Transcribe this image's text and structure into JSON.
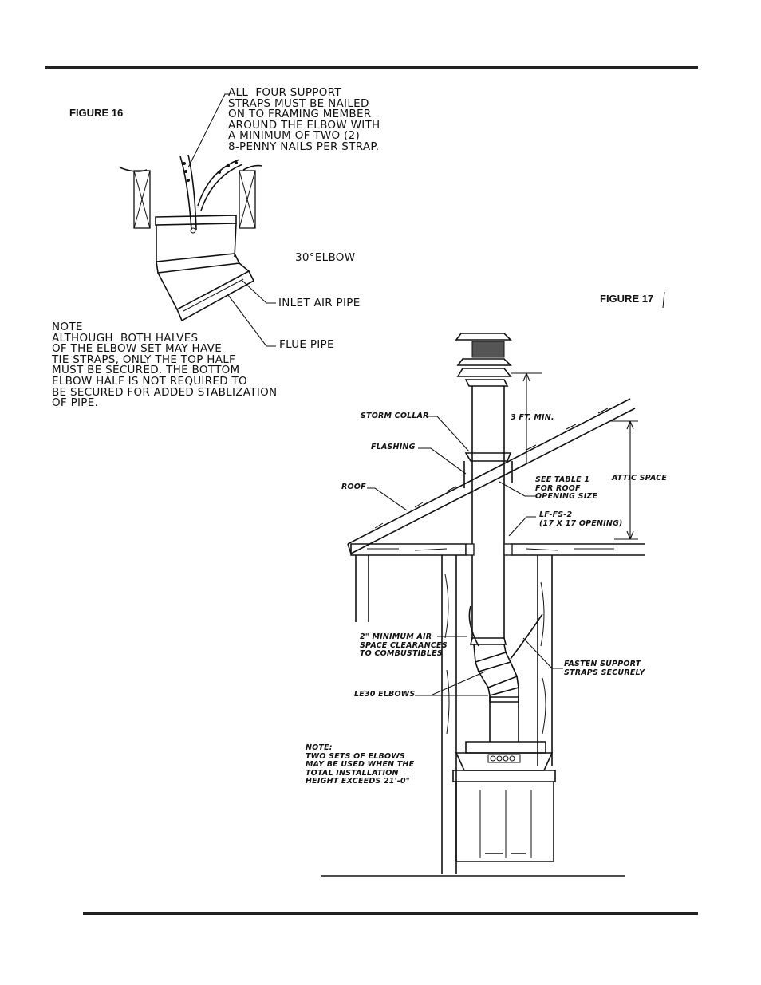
{
  "figure16": {
    "label": "FIGURE 16",
    "elbow_label": "30°ELBOW",
    "straps_note": "ALL  FOUR SUPPORT\nSTRAPS MUST BE NAILED\nON TO FRAMING MEMBER\nAROUND THE ELBOW WITH\nA MINIMUM OF TWO (2)\n8-PENNY NAILS PER STRAP.",
    "inlet_air_pipe": "INLET AIR PIPE",
    "flue_pipe": "FLUE PIPE",
    "note": "NOTE\nALTHOUGH  BOTH HALVES\nOF THE ELBOW SET MAY HAVE\nTIE STRAPS, ONLY THE TOP HALF\nMUST BE SECURED. THE BOTTOM\nELBOW HALF IS NOT REQUIRED TO\nBE SECURED FOR ADDED STABLIZATION\nOF PIPE."
  },
  "figure17": {
    "label": "FIGURE 17",
    "storm_collar": "STORM COLLAR",
    "flashing": "FLASHING",
    "roof": "ROOF",
    "three_ft_min": "3 FT. MIN.",
    "attic_space": "ATTIC SPACE",
    "see_table": "SEE TABLE 1\nFOR ROOF\nOPENING SIZE",
    "lf_fs": "LF-FS-2\n(17 X 17 OPENING)",
    "air_space": "2\" MINIMUM AIR\nSPACE CLEARANCES\nTO COMBUSTIBLES",
    "fasten": "FASTEN SUPPORT\nSTRAPS SECURELY",
    "le30": "LE30 ELBOWS",
    "note": "NOTE:\nTWO SETS OF ELBOWS\nMAY BE USED WHEN THE\nTOTAL INSTALLATION\nHEIGHT EXCEEDS 21'-0\""
  }
}
